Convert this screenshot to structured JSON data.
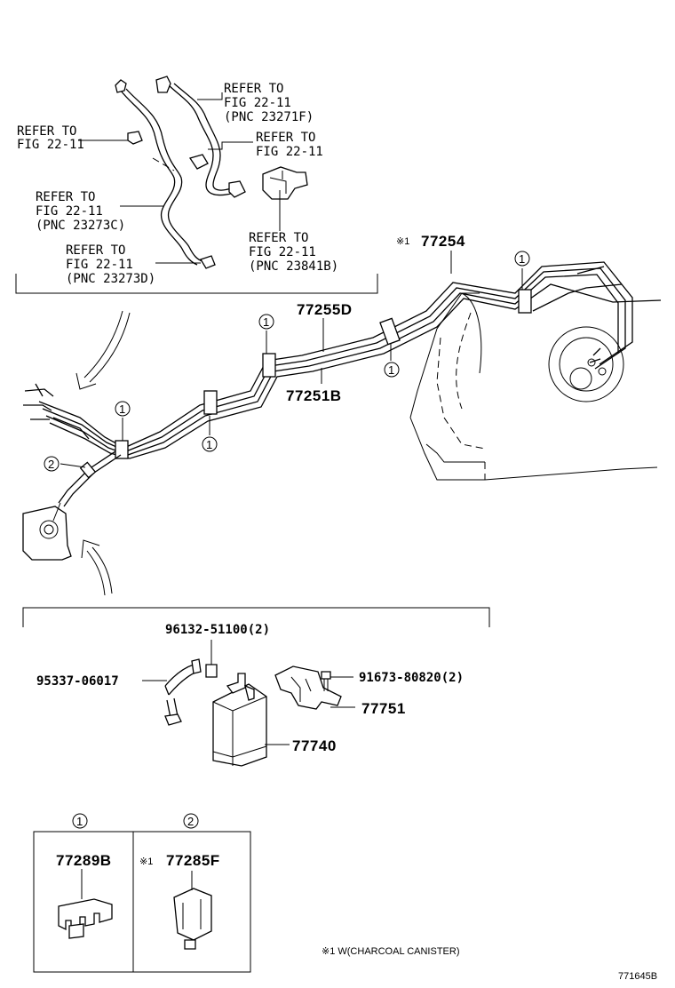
{
  "refs": {
    "r1": [
      "REFER TO",
      "FIG 22-11",
      "(PNC 23271F)"
    ],
    "r2": [
      "REFER TO",
      "FIG 22-11"
    ],
    "r3": [
      "REFER TO",
      "FIG 22-11"
    ],
    "r4": [
      "REFER TO",
      "FIG 22-11",
      "(PNC 23273C)"
    ],
    "r5": [
      "REFER TO",
      "FIG 22-11",
      "(PNC 23273D)"
    ],
    "r6": [
      "REFER TO",
      "FIG 22-11",
      "(PNC 23841B)"
    ]
  },
  "parts": {
    "p77254_mark": "※1",
    "p77254": "77254",
    "p77255D": "77255D",
    "p77251B": "77251B",
    "p96132": "96132-51100(2)",
    "p95337": "95337-06017",
    "p91673": "91673-80820(2)",
    "p77751": "77751",
    "p77740": "77740"
  },
  "callouts": {
    "c1": "1",
    "c2": "2"
  },
  "legend": {
    "box1_num": "1",
    "box1_part": "77289B",
    "box2_num": "2",
    "box2_mark": "※1",
    "box2_part": "77285F"
  },
  "footnote": "※1 W(CHARCOAL CANISTER)",
  "figure_id": "771645B"
}
